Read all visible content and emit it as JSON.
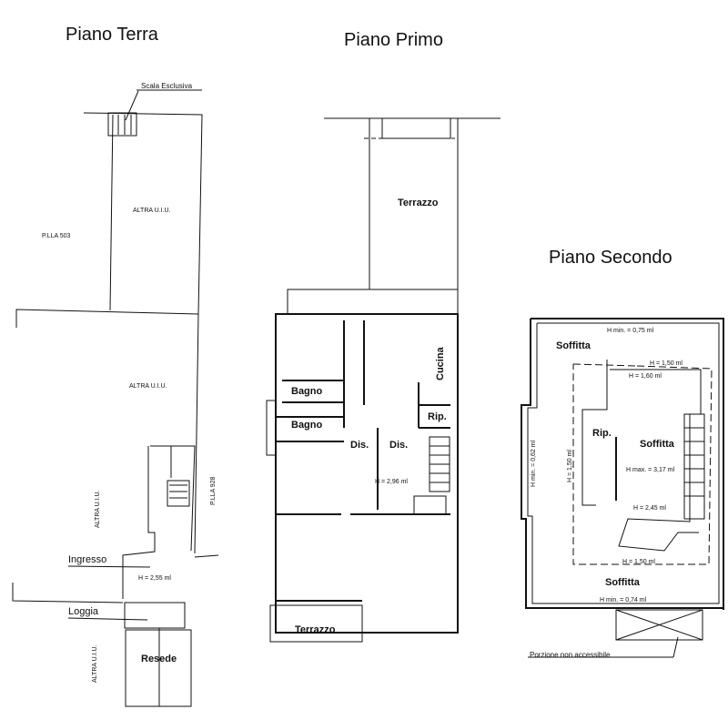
{
  "piano_terra": {
    "title": "Piano Terra",
    "scala": "Scala Esclusiva",
    "altra1": "ALTRA U.I.U.",
    "altra2": "ALTRA U.I.U.",
    "plla503": "P.LLA 503",
    "altra3": "ALTRA U.I.U.",
    "altra4": "ALTRA U.I.U.",
    "plla928": "P.LLA 928",
    "ingresso": "Ingresso",
    "h": "H = 2,55 ml",
    "loggia": "Loggia",
    "resede": "Resede"
  },
  "piano_primo": {
    "title": "Piano Primo",
    "terrazzo_top": "Terrazzo",
    "bagno1": "Bagno",
    "bagno2": "Bagno",
    "dis1": "Dis.",
    "dis2": "Dis.",
    "cucina": "Cucina",
    "rip": "Rip.",
    "h": "H = 2,96 ml",
    "terrazzo_bottom": "Terrazzo"
  },
  "piano_secondo": {
    "title": "Piano Secondo",
    "soffitta_top": "Soffitta",
    "hmin_top": "H min. = 0,75 ml",
    "h150a": "H = 1,50 ml",
    "h160": "H = 1,60 ml",
    "rip": "Rip.",
    "soffitta_mid": "Soffitta",
    "hmax": "H max. = 3,17 ml",
    "h245": "H = 2,45 ml",
    "h150b": "H = 1,50 ml",
    "h150v": "H = 1,50 ml",
    "hmin_left": "H min. = 0,62 ml",
    "soffitta_bottom": "Soffitta",
    "hmin_bottom": "H min. = 0,74 ml",
    "non_accessibile": "Porzione non accessibile"
  }
}
